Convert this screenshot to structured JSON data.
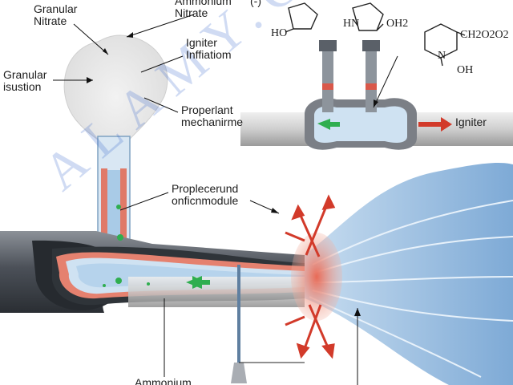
{
  "labels": {
    "granular_nitrate": "Granular\nNitrate",
    "ammonium_nitrate_top": "Ammonium\nNitrate",
    "granular_isustion": "Granular\nisustion",
    "igniter_inflation": "Igniter\nInffiatiom",
    "propellant_mechanism": "Properlant\nmechanirme",
    "propellant_module": "Proplecerund\nonficnmodule",
    "igniter": "Igniter",
    "ammonium_bottom": "Ammonium",
    "top_fragment": "(-)"
  },
  "chemistry": {
    "left_molecule_oh": "HO",
    "middle_molecule_nh": "HN",
    "middle_molecule_oh2": "OH2",
    "right_molecule_substituent": "CH2O2O2",
    "right_molecule_n": "N",
    "right_molecule_oh": "OH"
  },
  "watermark": "ALAMY.COM",
  "colors": {
    "tube_blue": "#bcd8ee",
    "flame_red": "#e0705a",
    "arrow_red": "#d23a2a",
    "arrow_green": "#2fae4f",
    "dark_shell": "#3a3f45",
    "plume_blue": "#9cc2e3"
  }
}
